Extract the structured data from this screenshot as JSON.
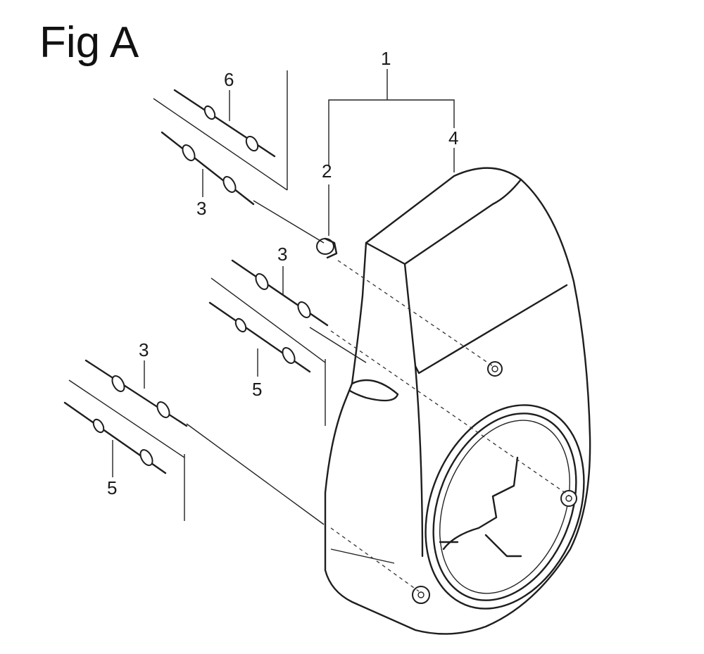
{
  "figure": {
    "title": "Fig A",
    "callouts": [
      {
        "id": "c1",
        "text": "1"
      },
      {
        "id": "c2",
        "text": "2"
      },
      {
        "id": "c3a",
        "text": "3"
      },
      {
        "id": "c3b",
        "text": "3"
      },
      {
        "id": "c3c",
        "text": "3"
      },
      {
        "id": "c4",
        "text": "4"
      },
      {
        "id": "c5a",
        "text": "5"
      },
      {
        "id": "c5b",
        "text": "5"
      },
      {
        "id": "c6",
        "text": "6"
      }
    ]
  }
}
